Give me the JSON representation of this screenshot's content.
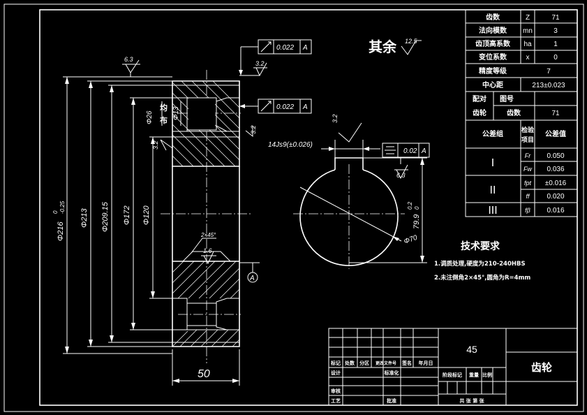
{
  "drawing": {
    "remaining_roughness_label": "其余",
    "remaining_roughness_value": "12.5",
    "material": "45",
    "part_name": "齿轮"
  },
  "dimensions": {
    "tip_diameter": "Φ216",
    "tip_tol_upper": "0",
    "tip_tol_lower": "-0.25",
    "d213": "Φ213",
    "d209": "Φ209.15",
    "d172": "Φ172",
    "d120": "Φ120",
    "d26": "Φ26",
    "d13": "Φ13",
    "width": "50",
    "chamfer": "2×45°",
    "bore": "Φ70",
    "keyway_depth": "79.9",
    "keyway_tol_upper": "0.2",
    "keyway_tol_lower": "0",
    "keyway_width": "14Js9(±0.026)",
    "hole_label_1": "均",
    "hole_label_2": "布"
  },
  "roughness": {
    "r1": "6.3",
    "r2": "3.2",
    "r3": "3.2",
    "r4": "3.2",
    "r5": "1.6",
    "r6": "3.2",
    "r7": "6.3"
  },
  "tolerances": {
    "runout1_value": "0.022",
    "runout1_datum": "A",
    "runout2_value": "0.022",
    "runout2_datum": "A",
    "sym_value": "0.02",
    "sym_datum": "A",
    "datum_label": "A"
  },
  "tech_requirements": {
    "title": "技术要求",
    "item1": "1.调质处理,硬度为210-240HBS",
    "item2": "2.未注倒角2×45°,圆角为R=4mm"
  },
  "param_table": {
    "rows": [
      {
        "name": "齿数",
        "sym": "Z",
        "val": "71"
      },
      {
        "name": "法向模数",
        "sym": "mn",
        "val": "3"
      },
      {
        "name": "齿顶高系数",
        "sym": "ha",
        "val": "1"
      },
      {
        "name": "变位系数",
        "sym": "x",
        "val": "0"
      }
    ],
    "grade_label": "精度等级",
    "grade_value": "7",
    "center_label": "中心距",
    "center_value": "213±0.023",
    "mate_label_1": "配对",
    "mate_label_2": "齿轮",
    "drawing_no_label": "图号",
    "teeth_label": "齿数",
    "teeth_value": "71"
  },
  "tolerance_table": {
    "group_header": "公差组",
    "item_header_1": "检验",
    "item_header_2": "项目",
    "value_header": "公差值",
    "groups": [
      {
        "group": "I",
        "items": [
          {
            "sym": "Fr",
            "val": "0.050"
          },
          {
            "sym": "Fw",
            "val": "0.036"
          }
        ]
      },
      {
        "group": "II",
        "items": [
          {
            "sym": "fpt",
            "val": "±0.016"
          },
          {
            "sym": "ff",
            "val": "0.020"
          }
        ]
      },
      {
        "group": "III",
        "items": [
          {
            "sym": "fβ",
            "val": "0.016"
          }
        ]
      }
    ]
  },
  "title_block": {
    "mark": "标记",
    "count": "处数",
    "zone": "分区",
    "change_doc": "更改文件号",
    "signature": "签名",
    "date": "年月日",
    "design": "设计",
    "standardize": "标准化",
    "stage_mark": "阶段标记",
    "weight": "重量",
    "scale": "比例",
    "review": "审核",
    "process": "工艺",
    "approve": "批准",
    "sheets": "共 张 第 张"
  }
}
